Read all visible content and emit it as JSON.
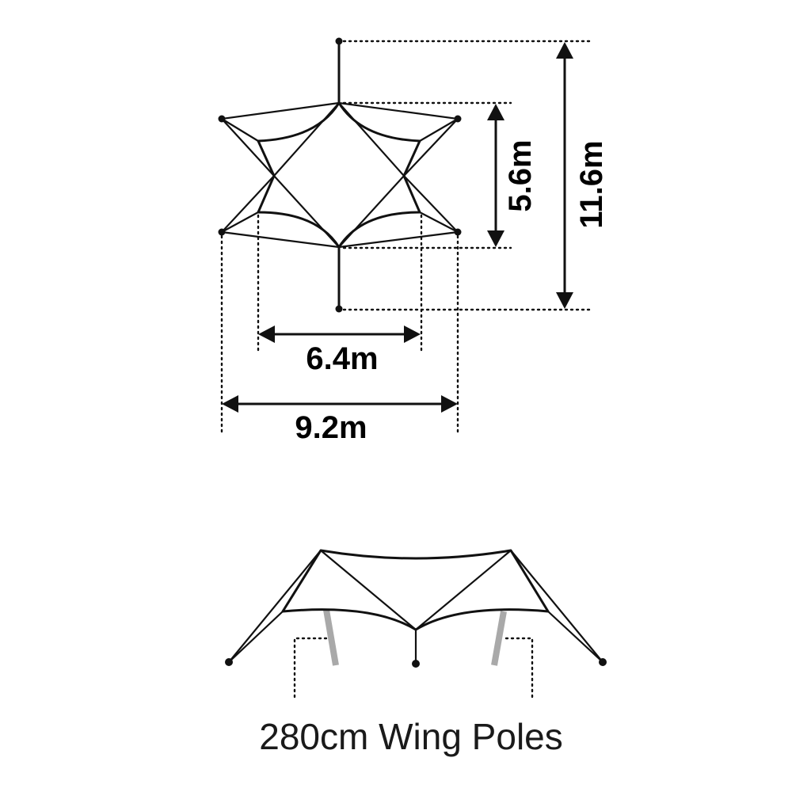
{
  "dimensions": {
    "inner_height": "5.6m",
    "total_height": "11.6m",
    "inner_width": "6.4m",
    "total_width": "9.2m"
  },
  "caption": "280cm Wing Poles",
  "colors": {
    "line": "#111111",
    "pole": "#a9a9a9",
    "background": "#ffffff"
  }
}
